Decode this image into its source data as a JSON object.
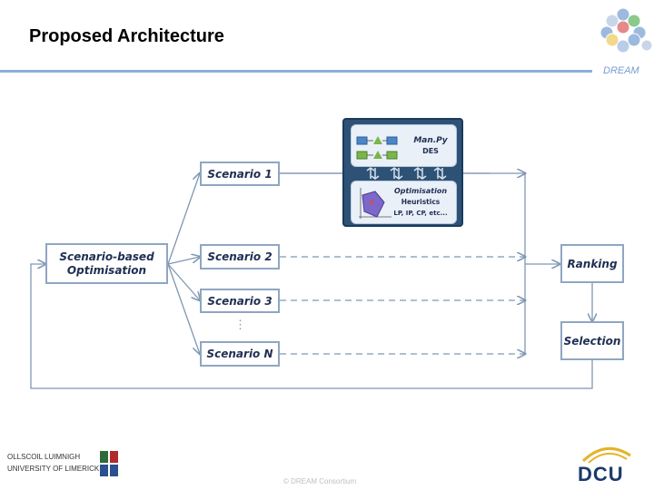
{
  "header": {
    "title": "Proposed Architecture",
    "brand": "DREAM"
  },
  "diagram": {
    "optimisation_box": "Scenario-based Optimisation",
    "scenarios": [
      "Scenario 1",
      "Scenario 2",
      "Scenario 3",
      "Scenario N"
    ],
    "ellipsis": "⋮",
    "simulation_label_1": "Man.Py",
    "simulation_label_2": "DES",
    "optimisation_label_1": "Optimisation",
    "optimisation_label_2": "Heuristics",
    "optimisation_label_3": "LP, IP, CP, etc...",
    "ranking": "Ranking",
    "selection": "Selection"
  },
  "footer": {
    "university_line1": "OLLSCOIL LUIMNIGH",
    "university_line2": "UNIVERSITY OF LIMERICK",
    "copyright": "© DREAM Consortium",
    "dcu": "DCU"
  },
  "colors": {
    "box_border": "#8fa6c2",
    "arrow": "#7f97b3",
    "panel": "#2e5276",
    "header_rule": "#8eaedc"
  }
}
